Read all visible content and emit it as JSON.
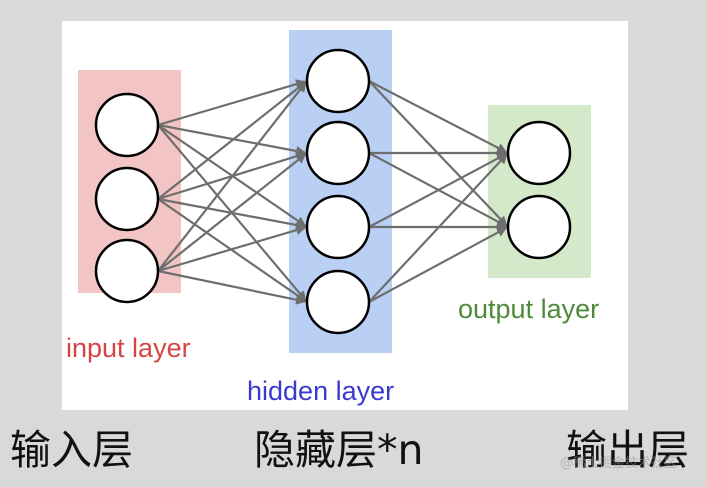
{
  "diagram": {
    "layers": {
      "input": {
        "label": "input layer",
        "label_color": "#d64545",
        "band_color": "#f2c4c4",
        "node_count": 3
      },
      "hidden": {
        "label": "hidden layer",
        "label_color": "#3a3ad0",
        "band_color": "#b9cff3",
        "node_count": 4
      },
      "output": {
        "label": "output layer",
        "label_color": "#4f8a3a",
        "band_color": "#d3e9c9",
        "node_count": 2
      }
    },
    "node_fill": "#ffffff",
    "node_stroke": "#000000",
    "edge_color": "#6e6e6e"
  },
  "captions": {
    "input": "输入层",
    "hidden": "隐藏层*n",
    "output": "输出层"
  },
  "watermark": "@稀土掘金技术社区"
}
